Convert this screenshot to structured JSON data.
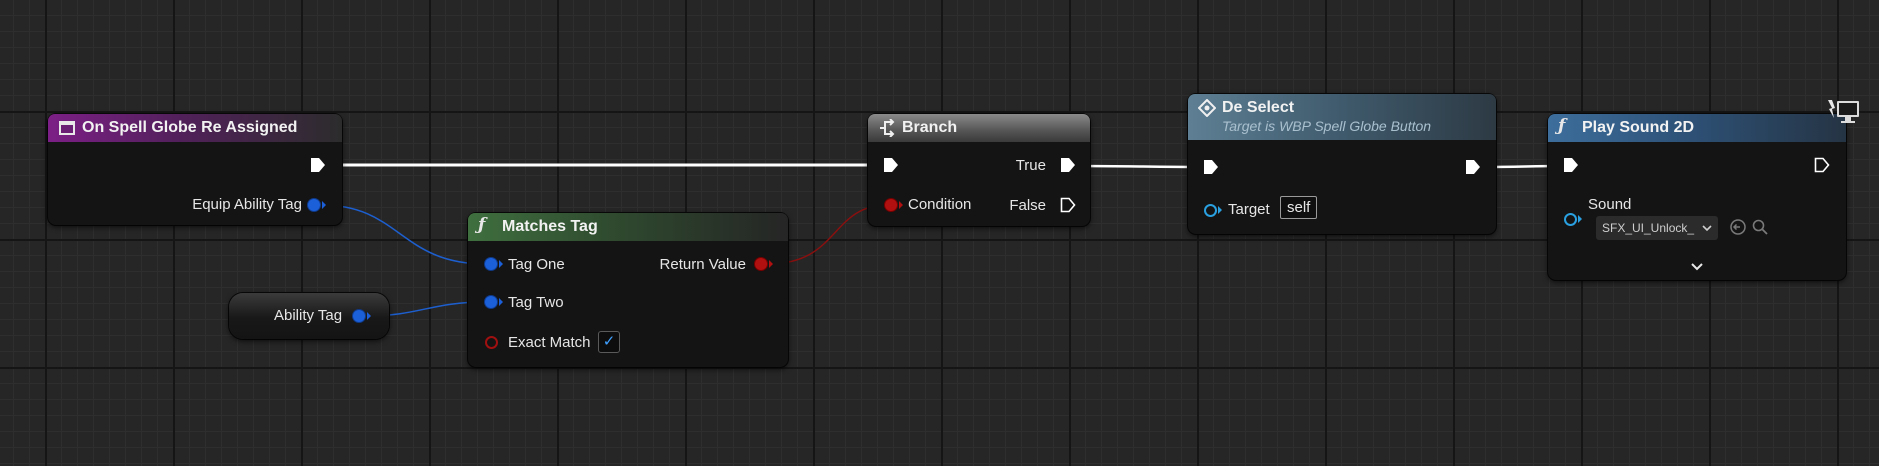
{
  "nodes": {
    "event": {
      "title": "On Spell Globe Re Assigned",
      "pin_equip": "Equip Ability Tag"
    },
    "var": {
      "label": "Ability Tag"
    },
    "matches": {
      "title": "Matches Tag",
      "pin_tag_one": "Tag One",
      "pin_tag_two": "Tag Two",
      "pin_exact": "Exact Match",
      "exact_checked": "✓",
      "return_value": "Return Value"
    },
    "branch": {
      "title": "Branch",
      "condition": "Condition",
      "true_label": "True",
      "false_label": "False"
    },
    "deselect": {
      "title": "De Select",
      "subtitle": "Target is WBP Spell Globe Button",
      "target_label": "Target",
      "target_value": "self"
    },
    "playsound": {
      "title": "Play Sound 2D",
      "sound_label": "Sound",
      "sound_value": "SFX_UI_Unlock_"
    }
  },
  "colors": {
    "exec_wire": "#ffffff",
    "tag_wire": "#1d5fcf",
    "bool_wire": "#8a0f0f"
  },
  "icons": {
    "event": "event-icon",
    "function": "function-icon",
    "branch": "branch-icon",
    "deselect": "diamond-icon",
    "monitor": "monitor-icon"
  }
}
